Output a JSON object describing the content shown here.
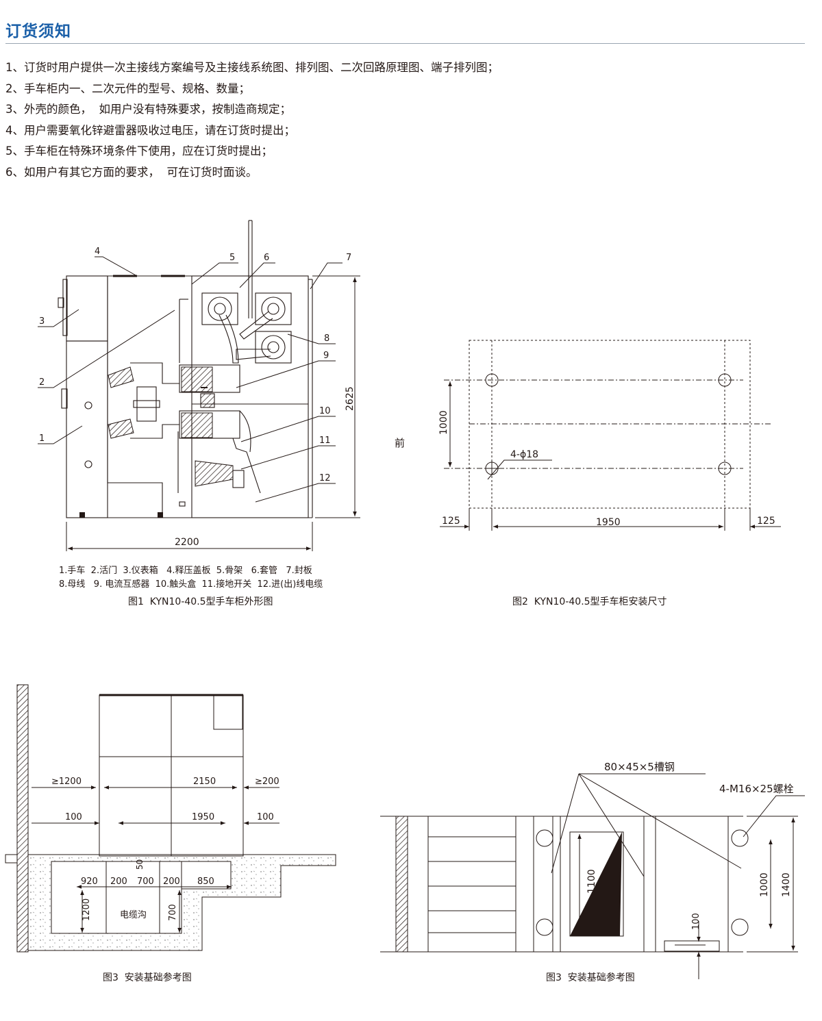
{
  "heading": "订货须知",
  "notes": [
    "1、订货时用户提供一次主接线方案编号及主接线系统图、排列图、二次回路原理图、端子排列图；",
    "2、手车柜内一、二次元件的型号、规格、数量；",
    "3、外壳的颜色，  如用户没有特殊要求，按制造商规定；",
    "4、用户需要氧化锌避雷器吸收过电压，请在订货时提出；",
    "5、手车柜在特殊环境条件下使用，应在订货时提出；",
    "6、如用户有其它方面的要求，  可在订货时面谈。"
  ],
  "fig1": {
    "callouts": [
      "1",
      "2",
      "3",
      "4",
      "5",
      "6",
      "7",
      "8",
      "9",
      "10",
      "11",
      "12"
    ],
    "dim_width": "2200",
    "dim_height": "2625",
    "legend_line1": "1.手车  2.活门  3.仪表箱   4.释压盖板  5.骨架   6.套管   7.封板",
    "legend_line2": "8.母线   9. 电流互感器  10.触头盒  11.接地开关  12.进(出)线电缆",
    "caption": "图1  KYN10-40.5型手车柜外形图"
  },
  "fig2": {
    "front_label": "前",
    "dim_1000": "1000",
    "hole_label": "4-ϕ18",
    "dim_125_left": "125",
    "dim_1950": "1950",
    "dim_125_right": "125",
    "caption": "图2  KYN10-40.5型手车柜安装尺寸"
  },
  "fig3a": {
    "dim_ge1200": "≥1200",
    "dim_2150": "2150",
    "dim_ge200": "≥200",
    "dim_100_left": "100",
    "dim_1950": "1950",
    "dim_100_right": "100",
    "dim_50": "50",
    "dim_920": "920",
    "dim_200a": "200",
    "dim_700": "700",
    "dim_200b": "200",
    "dim_850": "850",
    "dim_1200v": "1200",
    "dim_700v": "700",
    "trench_label": "电缆沟",
    "caption": "图3  安装基础参考图"
  },
  "fig3b": {
    "channel_label": "80×45×5槽钢",
    "bolt_label": "4-M16×25螺栓",
    "dim_1100": "1100",
    "dim_100": "100",
    "dim_1000": "1000",
    "dim_1400": "1400",
    "caption": "图3  安装基础参考图"
  }
}
